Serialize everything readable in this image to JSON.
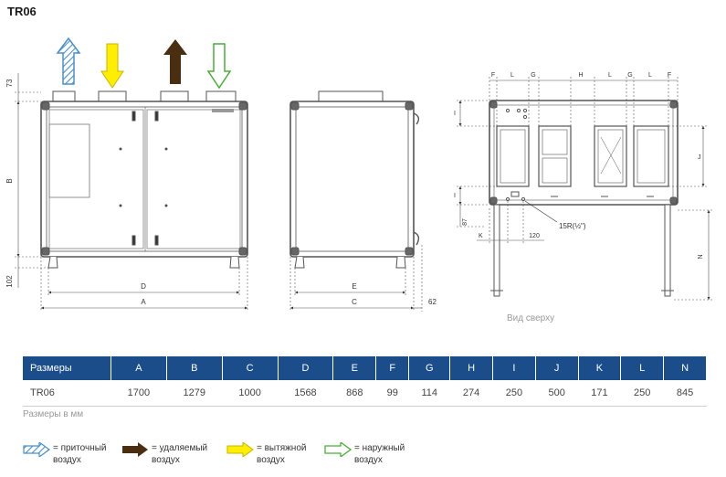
{
  "title": "TR06",
  "diagram": {
    "front_labels": {
      "h73": "73",
      "B": "B",
      "h102": "102",
      "D": "D",
      "A": "A"
    },
    "side_labels": {
      "E": "E",
      "C": "C",
      "w62": "62"
    },
    "top_labels": {
      "F1": "F",
      "L1": "L",
      "G1": "G",
      "H": "H",
      "L2": "L",
      "G2": "G",
      "L3": "L",
      "F2": "F",
      "I1": "I",
      "I2": "I",
      "J": "J",
      "h87": "87",
      "K": "K",
      "w120": "120",
      "N": "N",
      "pipe": "15R(½\")"
    },
    "caption": "Вид сверху"
  },
  "table": {
    "headers": [
      "Размеры",
      "A",
      "B",
      "C",
      "D",
      "E",
      "F",
      "G",
      "H",
      "I",
      "J",
      "K",
      "L",
      "N"
    ],
    "rows": [
      [
        "TR06",
        "1700",
        "1279",
        "1000",
        "1568",
        "868",
        "99",
        "114",
        "274",
        "250",
        "500",
        "171",
        "250",
        "845"
      ]
    ]
  },
  "units_note": "Размеры в мм",
  "legend": [
    {
      "icon": "supply-air-arrow-icon",
      "color": "#4a90c8",
      "line1": "= приточный",
      "line2": "воздух"
    },
    {
      "icon": "exhaust-air-arrow-icon",
      "color": "#4a2e12",
      "line1": "= удаляемый",
      "line2": "воздух"
    },
    {
      "icon": "extract-air-arrow-icon",
      "color": "#ffee00",
      "line1": "= вытяжной",
      "line2": "воздух"
    },
    {
      "icon": "outdoor-air-arrow-icon",
      "color": "#4aae3a",
      "line1": "= наружный",
      "line2": "воздух"
    }
  ]
}
